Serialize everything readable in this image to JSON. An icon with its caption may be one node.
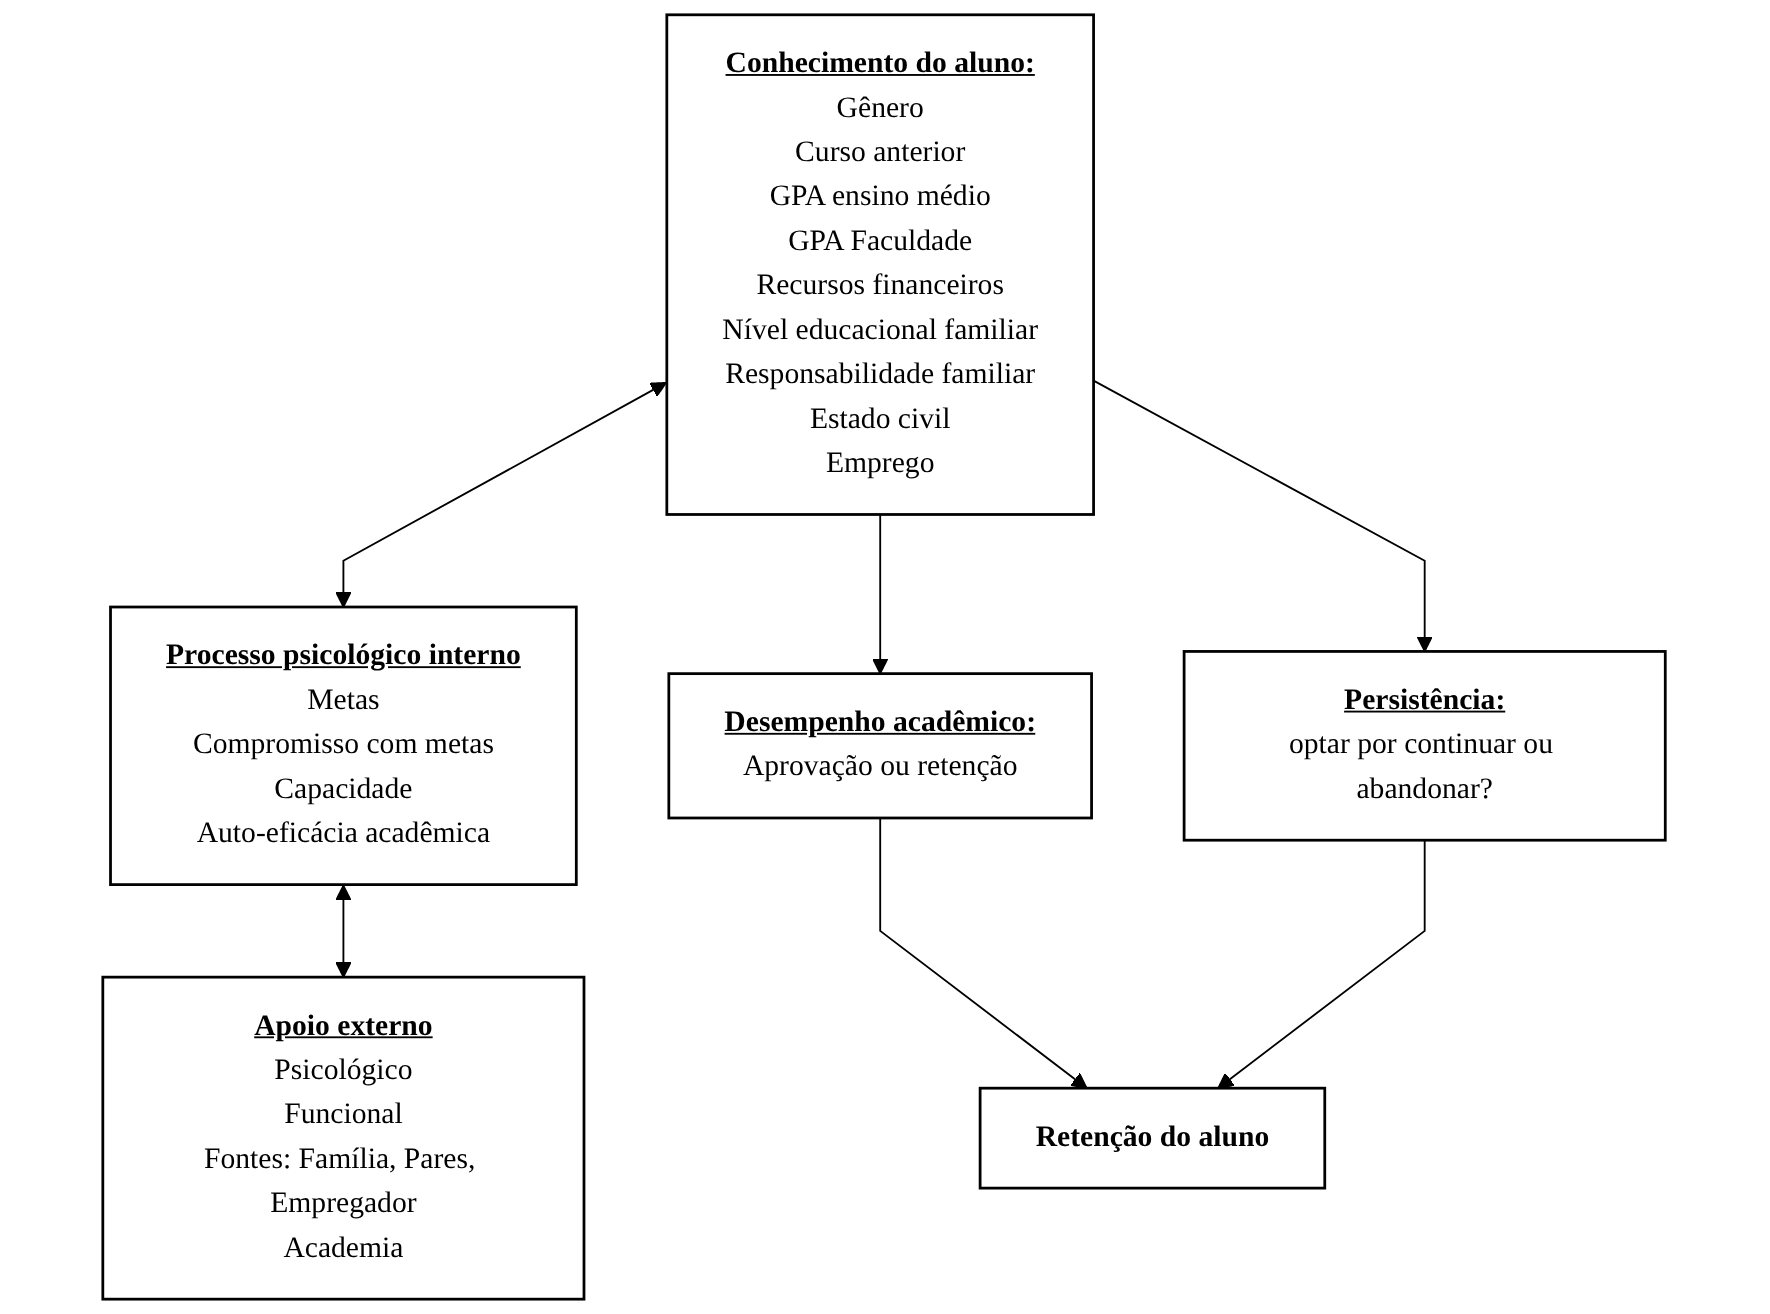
{
  "diagram": {
    "nodes": [
      {
        "text": [
          "Conhecimento do aluno:",
          "Gênero",
          "Curso anterior",
          "GPA ensino médio",
          "GPA Faculdade",
          "Recursos financeiros",
          "Nível educacional familiar",
          "Responsabilidade familiar",
          "Estado civil",
          "Emprego"
        ]
      },
      {
        "text": [
          "Processo psicológico interno",
          "Metas",
          "Compromisso com metas",
          "Capacidade",
          "Auto-eficácia acadêmica"
        ]
      },
      {
        "text": [
          "Apoio externo",
          "Psicológico",
          "Funcional",
          "Fontes: Família, Pares, Empregador",
          "Academia"
        ]
      },
      {
        "text": [
          "Desempenho acadêmico:",
          "Aprovação ou retenção"
        ]
      },
      {
        "text": [
          "Retenção do aluno"
        ]
      },
      {
        "text": [
          "Persistência:",
          "optar por continuar ou abandonar?"
        ]
      }
    ],
    "edges": [
      {
        "from": 0,
        "to": 1,
        "arrow": "both"
      },
      {
        "from": 1,
        "to": 2,
        "arrow": "both"
      },
      {
        "from": 0,
        "to": 3,
        "arrow": "to"
      },
      {
        "from": 0,
        "to": 5,
        "arrow": "to"
      },
      {
        "from": 3,
        "to": 4,
        "arrow": "to"
      },
      {
        "from": 5,
        "to": 4,
        "arrow": "to"
      }
    ]
  }
}
